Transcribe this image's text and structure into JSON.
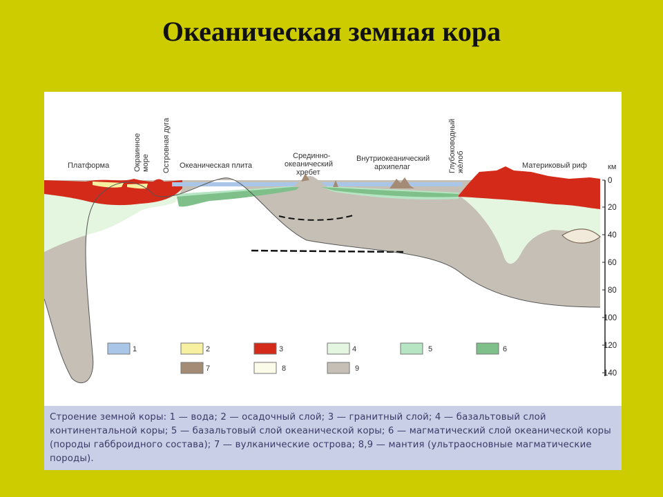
{
  "slide": {
    "title": "Океаническая земная кора"
  },
  "labels": {
    "platform": "Платформа",
    "marginal_sea": [
      "Окраинное",
      "море"
    ],
    "island_arc": "Островная дуга",
    "oceanic_plate": "Океаническая плита",
    "mid_ridge": [
      "Срединно-",
      "океанический",
      "хребет"
    ],
    "archipelago": [
      "Внутриокеанический",
      "архипелаг"
    ],
    "trench": [
      "Глубоководный",
      "жёлоб"
    ],
    "reef": "Материковый риф",
    "unit": "км"
  },
  "depth_scale": [
    "0",
    "20",
    "40",
    "60",
    "80",
    "100",
    "120",
    "140"
  ],
  "legend": [
    {
      "num": "1",
      "color": "#a9c6e8"
    },
    {
      "num": "2",
      "color": "#f7f0a0"
    },
    {
      "num": "3",
      "color": "#d42a1a"
    },
    {
      "num": "4",
      "color": "#e4f5e0"
    },
    {
      "num": "5",
      "color": "#b6e5c3"
    },
    {
      "num": "6",
      "color": "#7fbf8a"
    },
    {
      "num": "7",
      "color": "#a48b76"
    },
    {
      "num": "8",
      "color": "#fbfbea"
    },
    {
      "num": "9",
      "color": "#c6bfb6"
    }
  ],
  "caption": "Строение земной коры: 1 — вода; 2 — осадочный слой; 3 — гранитный слой; 4 — базальтовый слой континентальной коры; 5 — базальтовый слой океанической коры; 6 — магматический слой океанической коры (породы габброидного состава); 7 — вулканические острова; 8,9 — мантия (ультраосновные магматические породы).",
  "colors": {
    "background": "#cccc00",
    "caption_bg": "#c9cfe6"
  }
}
